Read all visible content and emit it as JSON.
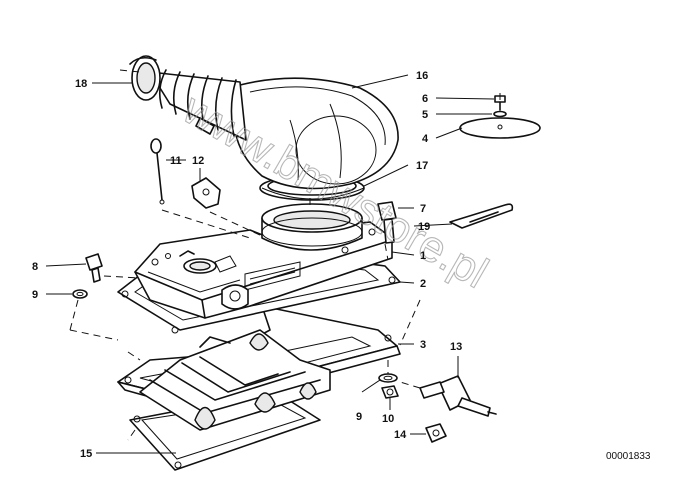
{
  "diagram": {
    "watermark": "www.bmwstore.pl",
    "drawing_code": "00001833",
    "callouts": {
      "c1": "1",
      "c2": "2",
      "c3": "3",
      "c4": "4",
      "c5": "5",
      "c6": "6",
      "c7": "7",
      "c8": "8",
      "c9a": "9",
      "c9b": "9",
      "c10": "10",
      "c11": "11",
      "c12": "12",
      "c13": "13",
      "c14": "14",
      "c15": "15",
      "c16": "16",
      "c17": "17",
      "c18": "18",
      "c19": "19"
    }
  }
}
